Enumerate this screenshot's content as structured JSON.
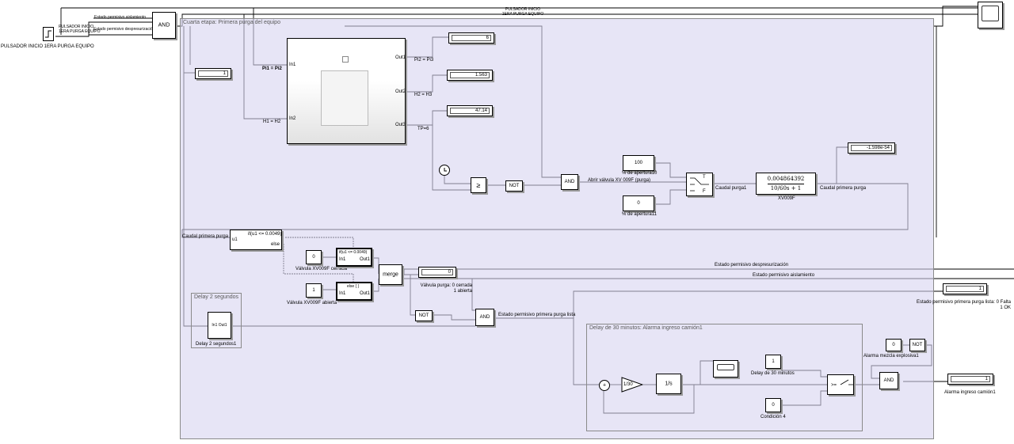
{
  "top": {
    "pulsador_block_label": "PULSADOR INICIO 1ERA PURGA EQUIPO",
    "pulsador_port_label": "PULSADOR INICIO\n1ERA PURGA EQUIPO",
    "and_label": "AND",
    "sig_aislamiento": "Estado permisivo aislamiento",
    "sig_despresurizacion": "Estado permisivo despresurización",
    "top_signal_label": "PULSADOR INICIO\n1ERA PURGA EQUIPO"
  },
  "cuarta": {
    "title": "Cuarta etapa: Primera purga del equipo",
    "display_1": "1",
    "display_pi3": "6",
    "display_h3": "1.563",
    "display_tp": "47.14",
    "label_pi1_pi2": "Pi1 = Pi2",
    "label_h1_h2": "H1 = H2",
    "label_pi2_pi3": "Pi2 = Pi3",
    "label_h2_h3": "H2 = H3",
    "label_tp": "TP=6",
    "port_in1": "In1",
    "port_in2": "In2",
    "port_out1": "Out1",
    "port_out2": "Out2",
    "port_out3": "Out3",
    "ge_label": "≥",
    "not_label": "NOT",
    "and_label": "AND",
    "const_100": "100",
    "label_apertura10": "% de apertura10",
    "const_0": "0",
    "label_apertura11": "% de apertura11",
    "abrir_label": "Abrir válvula XV 009F (purga)",
    "caudal_purga1": "Caudal purga1",
    "tf_num": "0.004864392",
    "tf_den": "10/60s + 1",
    "tf_name": "XV009F",
    "caudal_primera_purga": "Caudal primera purga",
    "display_caudal": "-1.598e-54",
    "switch_t": "T",
    "switch_f": "F"
  },
  "ifblock": {
    "input_label": "Caudal primera purga",
    "if_cond": "if(u1 <= 0.0049)",
    "else": "else",
    "u1": "u1",
    "const_0": "0",
    "const_1": "1",
    "action1_title": "if(u1 <= 0.0049)",
    "action2_title": "else { }",
    "in1": "In1",
    "out1": "Out1",
    "label_cerrada": "Válvula XV009F cerrada",
    "label_abierta": "Válvula XV009F abierta",
    "merge": "merge",
    "display_valvula": "0",
    "valvula_label": "Válvula purga: 0 cerrada\n1 abierta",
    "not_label": "NOT",
    "and_label": "AND",
    "estado_lista": "Estado permisivo primera purga lista",
    "estado_despresurizacion": "Estado permisivo despresurización",
    "estado_aislamiento": "Estado permisivo aislamiento",
    "display_lista": "1",
    "lista_label": "Estado permisivo primera purga lista: 0 Falta\n1 OK"
  },
  "delay2": {
    "title": "Delay 2 segundos",
    "block_label": "In1  Out1",
    "name": "Delay 2 segundos1"
  },
  "delay30": {
    "title": "Delay de 30 minutos: Alarma ingreso camión1",
    "gain": "1/30",
    "integrator": "1/s",
    "const_1": "1",
    "label_delay30": "Delay de 30 minutos",
    "const_0": "0",
    "label_cond4": "Condición 4",
    "switch_label": ">="
  },
  "alarm": {
    "const_0": "0",
    "not_label": "NOT",
    "mezcla_label": "Alarma mezcla explosiva1",
    "and_label": "AND",
    "display": "1",
    "label": "Alarma ingreso camión1"
  }
}
